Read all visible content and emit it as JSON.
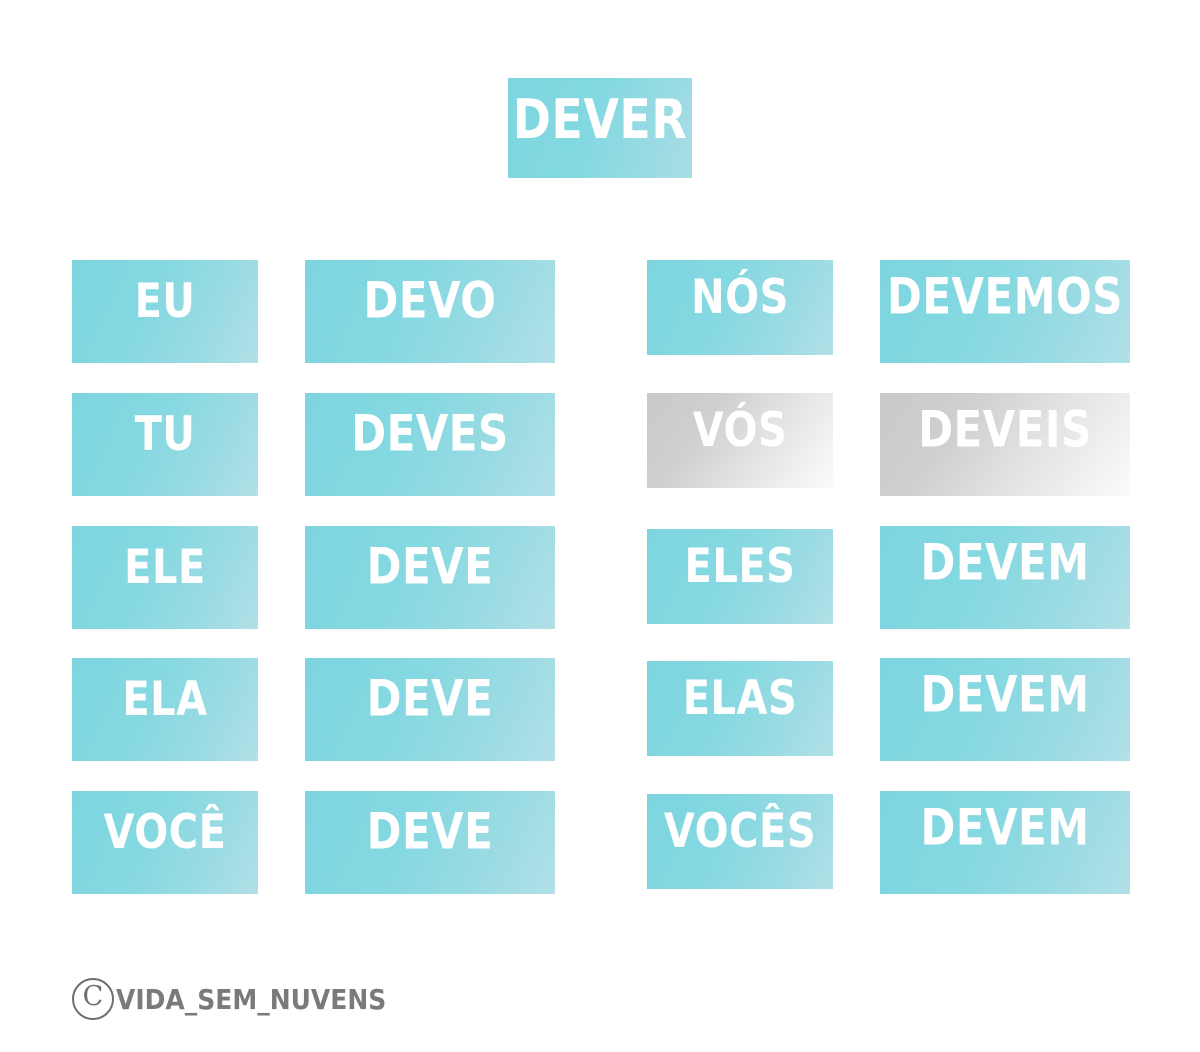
{
  "verb": {
    "infinitive": "DEVER"
  },
  "colors": {
    "accent_start": "#7dd5df",
    "accent_end": "#b2e0e7",
    "disabled_start": "#c9c9c9",
    "disabled_end": "#fbfbfb",
    "text": "#ffffff",
    "watermark": "#7a7a7a",
    "background": "#ffffff"
  },
  "conjugation": {
    "singular": [
      {
        "pronoun": "EU",
        "form": "DEVO",
        "disabled": false
      },
      {
        "pronoun": "TU",
        "form": "DEVES",
        "disabled": false
      },
      {
        "pronoun": "ELE",
        "form": "DEVE",
        "disabled": false
      },
      {
        "pronoun": "ELA",
        "form": "DEVE",
        "disabled": false
      },
      {
        "pronoun": "VOCÊ",
        "form": "DEVE",
        "disabled": false
      }
    ],
    "plural": [
      {
        "pronoun": "NÓS",
        "form": "DEVEMOS",
        "disabled": false
      },
      {
        "pronoun": "VÓS",
        "form": "DEVEIS",
        "disabled": true
      },
      {
        "pronoun": "ELES",
        "form": "DEVEM",
        "disabled": false
      },
      {
        "pronoun": "ELAS",
        "form": "DEVEM",
        "disabled": false
      },
      {
        "pronoun": "VOCÊS",
        "form": "DEVEM",
        "disabled": false
      }
    ]
  },
  "watermark": {
    "symbol": "C",
    "label": "VIDA_SEM_NUVENS"
  }
}
